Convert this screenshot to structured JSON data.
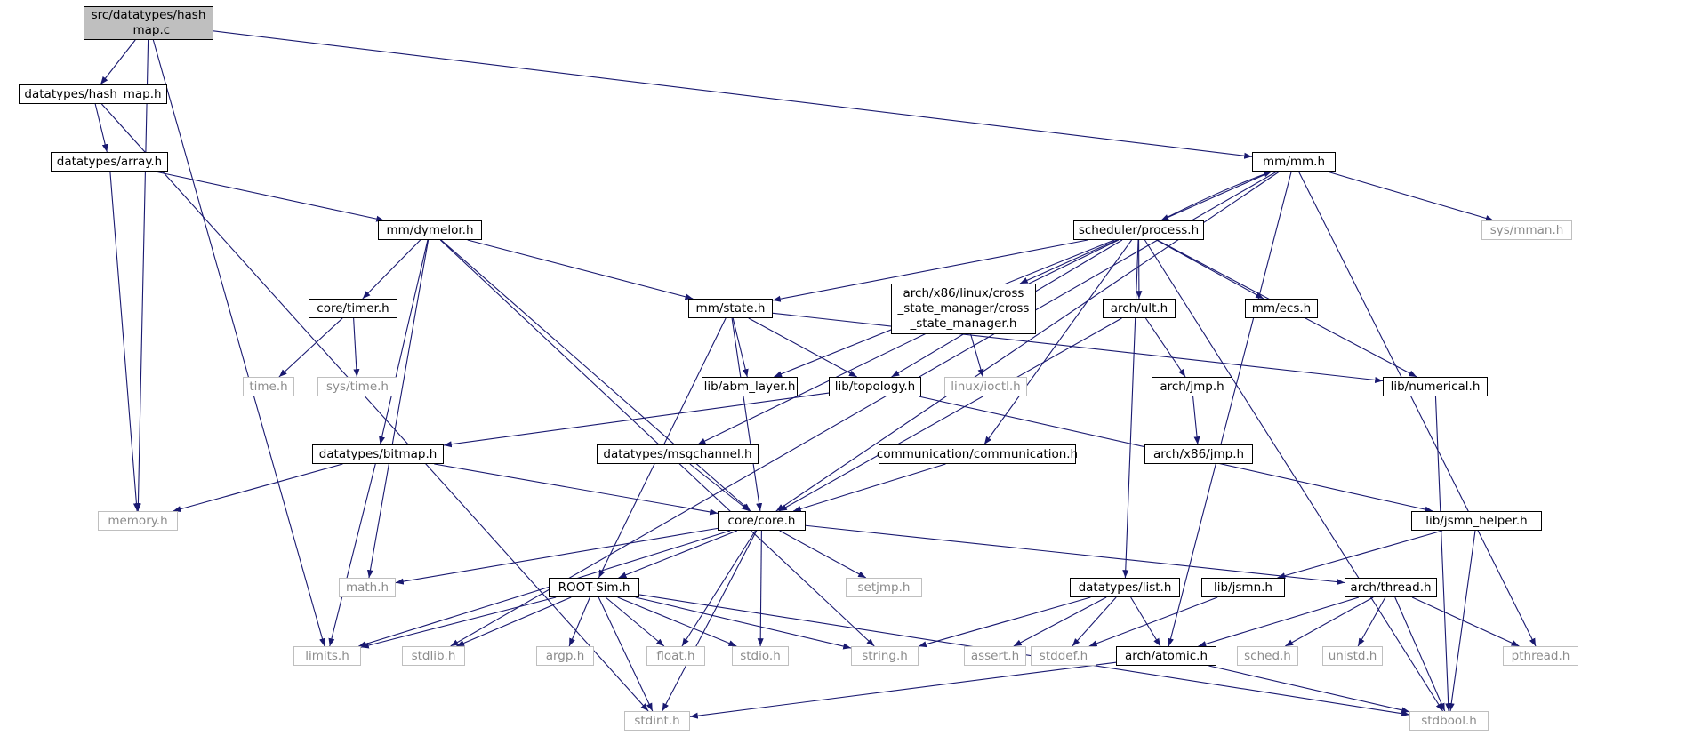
{
  "graph": {
    "colors": {
      "edge": "#191970",
      "node_border": "#000000",
      "system_border": "#bfbfbf",
      "system_text": "#8c8c8c",
      "root_fill": "#bfbfbf"
    },
    "nodes": [
      {
        "id": "hashmap_c",
        "label": "src/datatypes/hash\n_map.c",
        "kind": "root"
      },
      {
        "id": "hashmap_h",
        "label": "datatypes/hash_map.h",
        "kind": "header"
      },
      {
        "id": "array_h",
        "label": "datatypes/array.h",
        "kind": "header"
      },
      {
        "id": "mm_h",
        "label": "mm/mm.h",
        "kind": "header"
      },
      {
        "id": "dymelor_h",
        "label": "mm/dymelor.h",
        "kind": "header"
      },
      {
        "id": "process_h",
        "label": "scheduler/process.h",
        "kind": "header"
      },
      {
        "id": "sysmman_h",
        "label": "sys/mman.h",
        "kind": "system"
      },
      {
        "id": "timer_h",
        "label": "core/timer.h",
        "kind": "header"
      },
      {
        "id": "state_h",
        "label": "mm/state.h",
        "kind": "header"
      },
      {
        "id": "csm_h",
        "label": "arch/x86/linux/cross\n_state_manager/cross\n_state_manager.h",
        "kind": "header"
      },
      {
        "id": "ult_h",
        "label": "arch/ult.h",
        "kind": "header"
      },
      {
        "id": "ecs_h",
        "label": "mm/ecs.h",
        "kind": "header"
      },
      {
        "id": "time_h",
        "label": "time.h",
        "kind": "system"
      },
      {
        "id": "systime_h",
        "label": "sys/time.h",
        "kind": "system"
      },
      {
        "id": "abm_h",
        "label": "lib/abm_layer.h",
        "kind": "header"
      },
      {
        "id": "topology_h",
        "label": "lib/topology.h",
        "kind": "header"
      },
      {
        "id": "ioctl_h",
        "label": "linux/ioctl.h",
        "kind": "system"
      },
      {
        "id": "jmp_h",
        "label": "arch/jmp.h",
        "kind": "header"
      },
      {
        "id": "numerical_h",
        "label": "lib/numerical.h",
        "kind": "header"
      },
      {
        "id": "bitmap_h",
        "label": "datatypes/bitmap.h",
        "kind": "header"
      },
      {
        "id": "msgchannel_h",
        "label": "datatypes/msgchannel.h",
        "kind": "header"
      },
      {
        "id": "communication_h",
        "label": "communication/communication.h",
        "kind": "header"
      },
      {
        "id": "x86jmp_h",
        "label": "arch/x86/jmp.h",
        "kind": "header"
      },
      {
        "id": "memory_h",
        "label": "memory.h",
        "kind": "system"
      },
      {
        "id": "core_h",
        "label": "core/core.h",
        "kind": "header"
      },
      {
        "id": "jsmnhelper_h",
        "label": "lib/jsmn_helper.h",
        "kind": "header"
      },
      {
        "id": "math_h",
        "label": "math.h",
        "kind": "system"
      },
      {
        "id": "rootsim_h",
        "label": "ROOT-Sim.h",
        "kind": "header"
      },
      {
        "id": "setjmp_h",
        "label": "setjmp.h",
        "kind": "system"
      },
      {
        "id": "list_h",
        "label": "datatypes/list.h",
        "kind": "header"
      },
      {
        "id": "jsmn_h",
        "label": "lib/jsmn.h",
        "kind": "header"
      },
      {
        "id": "thread_h",
        "label": "arch/thread.h",
        "kind": "header"
      },
      {
        "id": "limits_h",
        "label": "limits.h",
        "kind": "system"
      },
      {
        "id": "stdlib_h",
        "label": "stdlib.h",
        "kind": "system"
      },
      {
        "id": "argp_h",
        "label": "argp.h",
        "kind": "system"
      },
      {
        "id": "float_h",
        "label": "float.h",
        "kind": "system"
      },
      {
        "id": "stdio_h",
        "label": "stdio.h",
        "kind": "system"
      },
      {
        "id": "string_h",
        "label": "string.h",
        "kind": "system"
      },
      {
        "id": "assert_h",
        "label": "assert.h",
        "kind": "system"
      },
      {
        "id": "stddef_h",
        "label": "stddef.h",
        "kind": "system"
      },
      {
        "id": "atomic_h",
        "label": "arch/atomic.h",
        "kind": "header"
      },
      {
        "id": "sched_h",
        "label": "sched.h",
        "kind": "system"
      },
      {
        "id": "unistd_h",
        "label": "unistd.h",
        "kind": "system"
      },
      {
        "id": "pthread_h",
        "label": "pthread.h",
        "kind": "system"
      },
      {
        "id": "stdint_h",
        "label": "stdint.h",
        "kind": "system"
      },
      {
        "id": "stdbool_h",
        "label": "stdbool.h",
        "kind": "system"
      }
    ],
    "edges": [
      [
        "hashmap_c",
        "hashmap_h"
      ],
      [
        "hashmap_c",
        "mm_h"
      ],
      [
        "hashmap_c",
        "memory_h"
      ],
      [
        "hashmap_c",
        "limits_h"
      ],
      [
        "hashmap_h",
        "array_h"
      ],
      [
        "hashmap_h",
        "stdint_h"
      ],
      [
        "array_h",
        "memory_h"
      ],
      [
        "array_h",
        "dymelor_h"
      ],
      [
        "mm_h",
        "process_h"
      ],
      [
        "mm_h",
        "sysmman_h"
      ],
      [
        "mm_h",
        "stdlib_h"
      ],
      [
        "mm_h",
        "core_h"
      ],
      [
        "mm_h",
        "atomic_h"
      ],
      [
        "mm_h",
        "pthread_h"
      ],
      [
        "process_h",
        "mm_h"
      ],
      [
        "process_h",
        "state_h"
      ],
      [
        "process_h",
        "csm_h"
      ],
      [
        "process_h",
        "ult_h"
      ],
      [
        "process_h",
        "ecs_h"
      ],
      [
        "process_h",
        "abm_h"
      ],
      [
        "process_h",
        "topology_h"
      ],
      [
        "process_h",
        "numerical_h"
      ],
      [
        "process_h",
        "msgchannel_h"
      ],
      [
        "process_h",
        "communication_h"
      ],
      [
        "process_h",
        "list_h"
      ],
      [
        "process_h",
        "stdbool_h"
      ],
      [
        "dymelor_h",
        "timer_h"
      ],
      [
        "dymelor_h",
        "state_h"
      ],
      [
        "dymelor_h",
        "bitmap_h"
      ],
      [
        "dymelor_h",
        "core_h"
      ],
      [
        "dymelor_h",
        "math_h"
      ],
      [
        "dymelor_h",
        "string_h"
      ],
      [
        "timer_h",
        "time_h"
      ],
      [
        "timer_h",
        "systime_h"
      ],
      [
        "state_h",
        "abm_h"
      ],
      [
        "state_h",
        "topology_h"
      ],
      [
        "state_h",
        "numerical_h"
      ],
      [
        "state_h",
        "core_h"
      ],
      [
        "state_h",
        "rootsim_h"
      ],
      [
        "csm_h",
        "ioctl_h"
      ],
      [
        "ult_h",
        "jmp_h"
      ],
      [
        "ult_h",
        "core_h"
      ],
      [
        "jmp_h",
        "x86jmp_h"
      ],
      [
        "topology_h",
        "bitmap_h"
      ],
      [
        "topology_h",
        "jsmnhelper_h"
      ],
      [
        "numerical_h",
        "stdbool_h"
      ],
      [
        "bitmap_h",
        "memory_h"
      ],
      [
        "bitmap_h",
        "core_h"
      ],
      [
        "bitmap_h",
        "limits_h"
      ],
      [
        "msgchannel_h",
        "core_h"
      ],
      [
        "communication_h",
        "core_h"
      ],
      [
        "core_h",
        "math_h"
      ],
      [
        "core_h",
        "rootsim_h"
      ],
      [
        "core_h",
        "limits_h"
      ],
      [
        "core_h",
        "float_h"
      ],
      [
        "core_h",
        "stdio_h"
      ],
      [
        "core_h",
        "setjmp_h"
      ],
      [
        "core_h",
        "stdint_h"
      ],
      [
        "core_h",
        "thread_h"
      ],
      [
        "jsmnhelper_h",
        "jsmn_h"
      ],
      [
        "jsmnhelper_h",
        "stdbool_h"
      ],
      [
        "jsmn_h",
        "stddef_h"
      ],
      [
        "rootsim_h",
        "limits_h"
      ],
      [
        "rootsim_h",
        "stdlib_h"
      ],
      [
        "rootsim_h",
        "argp_h"
      ],
      [
        "rootsim_h",
        "float_h"
      ],
      [
        "rootsim_h",
        "stdio_h"
      ],
      [
        "rootsim_h",
        "string_h"
      ],
      [
        "rootsim_h",
        "stdint_h"
      ],
      [
        "rootsim_h",
        "stdbool_h"
      ],
      [
        "list_h",
        "string_h"
      ],
      [
        "list_h",
        "assert_h"
      ],
      [
        "list_h",
        "stddef_h"
      ],
      [
        "list_h",
        "atomic_h"
      ],
      [
        "thread_h",
        "atomic_h"
      ],
      [
        "thread_h",
        "sched_h"
      ],
      [
        "thread_h",
        "unistd_h"
      ],
      [
        "thread_h",
        "pthread_h"
      ],
      [
        "thread_h",
        "stdbool_h"
      ],
      [
        "atomic_h",
        "stdint_h"
      ],
      [
        "atomic_h",
        "stdbool_h"
      ]
    ]
  }
}
